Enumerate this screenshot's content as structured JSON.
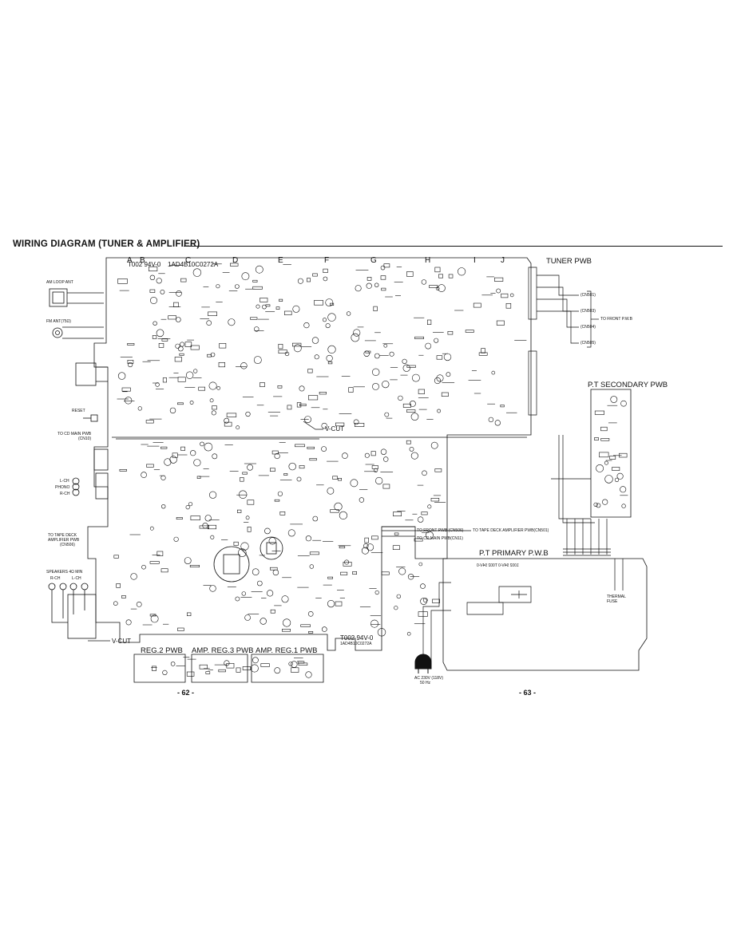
{
  "title": "WIRING DIAGRAM (TUNER & AMPLIFIER)",
  "board_labels": {
    "tuner_pwb": "TUNER PWB",
    "pt_secondary": "P.T SECONDARY PWB",
    "pt_primary": "P.T PRIMARY P.W.B",
    "reg2": "REG.2 PWB",
    "amp_reg3": "AMP. REG.3 PWB",
    "amp_reg1": "AMP. REG.1 PWB"
  },
  "part_ref": {
    "line1": "T002 94V-0",
    "line2": "1AD4B10C0272A",
    "line3": "T002 94V-0",
    "line4": "1AD4B10C0272A"
  },
  "primary_part_ref": "1002 94V-0 T002 94V-0",
  "columns": [
    "A",
    "B",
    "C",
    "D",
    "E",
    "F",
    "G",
    "H",
    "I",
    "J"
  ],
  "connectors": [
    "(CN501)",
    "(CN503)",
    "(CN504)",
    "(CN505)"
  ],
  "to_front_pwb_right": "TO FRONT P.W.B",
  "left_labels": {
    "am_loop": "AM LOOP ANT",
    "fm_ant": "FM ANT(75Ω)",
    "reset": "RESET",
    "to_cd_main": "TO CD MAIN PWB",
    "to_cd_main_cn": "(CN10)",
    "l_ch": "L-CH",
    "phono": "PHONO",
    "r_ch": "R-CH",
    "to_tape_deck": "TO TAPE DECK",
    "amp_pwb": "AMPLIFIER PWB",
    "amp_pwb_cn": "(CN506)",
    "speakers": "SPEAKERS 4Ω MIN",
    "r_ch_sp": "R-CH",
    "l_ch_sp": "L-CH"
  },
  "bottom_notes": {
    "to_front_pwb": "TO FRONT PWB (CN506)",
    "to_tape_deck_amp": "TO TAPE DECK AMPLIFIER PWB(CN501)",
    "to_cd_main": "TO CD MAIN PWB(CN11)"
  },
  "v_cut": "V-CUT",
  "v_cut_2": "V-CUT",
  "ac_label": "AC 230V (118V)",
  "ac_hz": "50 Hz",
  "thermal_fuse": "THERMAL FUSE",
  "page_left": "- 62 -",
  "page_right": "- 63 -",
  "colors": {
    "ink": "#111111",
    "paper": "#ffffff"
  }
}
